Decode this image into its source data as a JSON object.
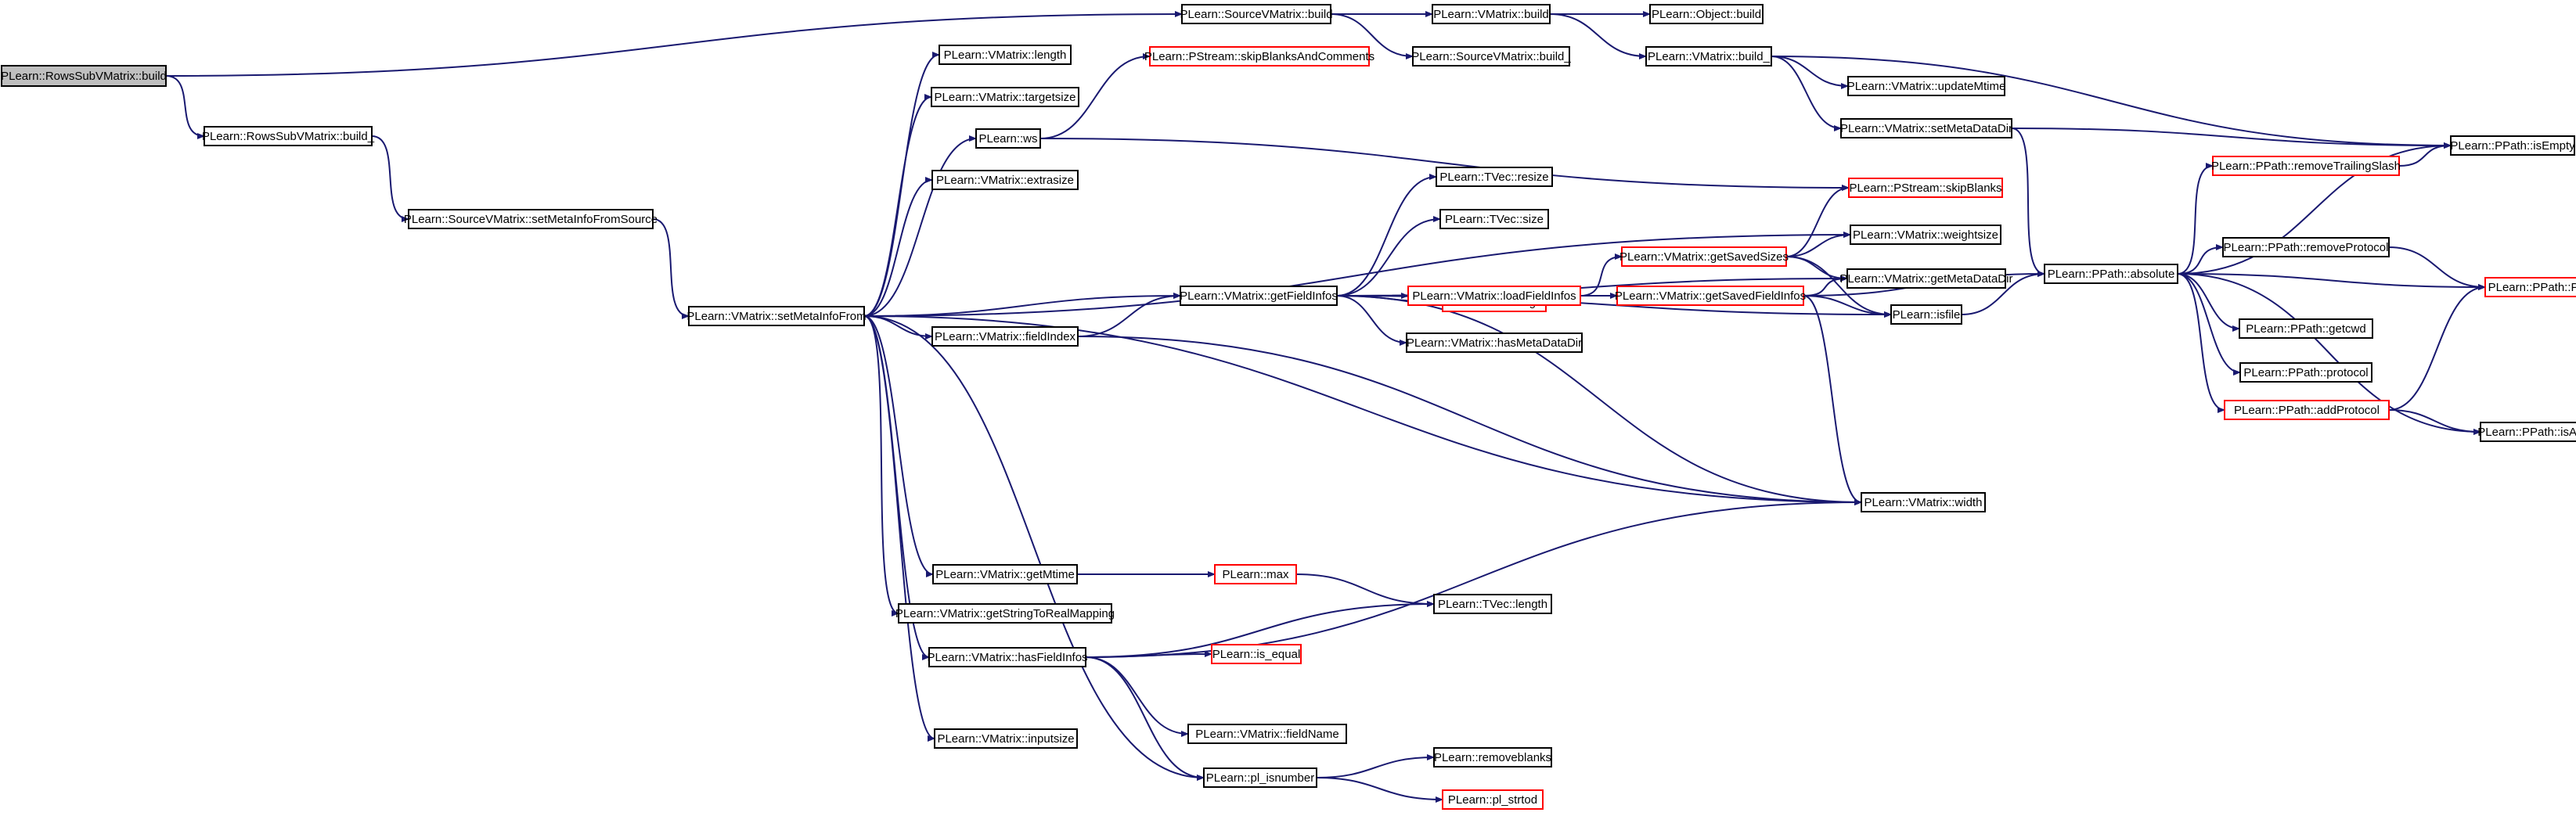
{
  "colors": {
    "edge": "#191970",
    "border": "#000000",
    "border_truncated": "#ff0000",
    "root_fill": "#bfbfbf",
    "node_fill": "#ffffff"
  },
  "nodes": [
    {
      "id": "rowssub_build",
      "label": "PLearn::RowsSubVMatrix::build",
      "style": "root"
    },
    {
      "id": "sourcev_build",
      "label": "PLearn::SourceVMatrix::build",
      "style": "normal"
    },
    {
      "id": "vmatrix_build",
      "label": "PLearn::VMatrix::build",
      "style": "normal"
    },
    {
      "id": "object_build",
      "label": "PLearn::Object::build",
      "style": "normal"
    },
    {
      "id": "sourcev_build_",
      "label": "PLearn::SourceVMatrix::build_",
      "style": "normal"
    },
    {
      "id": "vmatrix_build_",
      "label": "PLearn::VMatrix::build_",
      "style": "normal"
    },
    {
      "id": "updateMtime",
      "label": "PLearn::VMatrix::updateMtime",
      "style": "normal"
    },
    {
      "id": "setMetaDataDir",
      "label": "PLearn::VMatrix::setMetaDataDir",
      "style": "normal"
    },
    {
      "id": "isEmpty",
      "label": "PLearn::PPath::isEmpty",
      "style": "normal"
    },
    {
      "id": "rowssub_build_",
      "label": "PLearn::RowsSubVMatrix::build_",
      "style": "normal"
    },
    {
      "id": "setMetaInfoFromSource",
      "label": "PLearn::SourceVMatrix::setMetaInfoFromSource",
      "style": "normal"
    },
    {
      "id": "setMetaInfoFrom",
      "label": "PLearn::VMatrix::setMetaInfoFrom",
      "style": "normal"
    },
    {
      "id": "vm_length",
      "label": "PLearn::VMatrix::length",
      "style": "normal"
    },
    {
      "id": "targetsize",
      "label": "PLearn::VMatrix::targetsize",
      "style": "normal"
    },
    {
      "id": "ws",
      "label": "PLearn::ws",
      "style": "normal"
    },
    {
      "id": "skipBlanksAndComments",
      "label": "PLearn::PStream::skipBlanksAndComments",
      "style": "truncated"
    },
    {
      "id": "extrasize",
      "label": "PLearn::VMatrix::extrasize",
      "style": "normal"
    },
    {
      "id": "removeTrailingSlash",
      "label": "PLearn::PPath::removeTrailingSlash",
      "style": "truncated"
    },
    {
      "id": "skipBlanks",
      "label": "PLearn::PStream::skipBlanks",
      "style": "truncated"
    },
    {
      "id": "tvec_resize",
      "label": "PLearn::TVec::resize",
      "style": "normal"
    },
    {
      "id": "tvec_size",
      "label": "PLearn::TVec::size",
      "style": "normal"
    },
    {
      "id": "weightsize",
      "label": "PLearn::VMatrix::weightsize",
      "style": "normal"
    },
    {
      "id": "getMetaDataDir",
      "label": "PLearn::VMatrix::getMetaDataDir",
      "style": "normal"
    },
    {
      "id": "removeProtocol",
      "label": "PLearn::PPath::removeProtocol",
      "style": "normal"
    },
    {
      "id": "ppath_ctor",
      "label": "PLearn::PPath::PPath",
      "style": "truncated"
    },
    {
      "id": "tostring",
      "label": "PLearn::tostring",
      "style": "truncated"
    },
    {
      "id": "getSavedSizes",
      "label": "PLearn::VMatrix::getSavedSizes",
      "style": "truncated"
    },
    {
      "id": "absolute",
      "label": "PLearn::PPath::absolute",
      "style": "normal"
    },
    {
      "id": "getcwd",
      "label": "PLearn::PPath::getcwd",
      "style": "normal"
    },
    {
      "id": "getFieldInfos",
      "label": "PLearn::VMatrix::getFieldInfos",
      "style": "normal"
    },
    {
      "id": "loadFieldInfos",
      "label": "PLearn::VMatrix::loadFieldInfos",
      "style": "truncated"
    },
    {
      "id": "getSavedFieldInfos",
      "label": "PLearn::VMatrix::getSavedFieldInfos",
      "style": "truncated"
    },
    {
      "id": "isfile",
      "label": "PLearn::isfile",
      "style": "normal"
    },
    {
      "id": "protocol",
      "label": "PLearn::PPath::protocol",
      "style": "normal"
    },
    {
      "id": "fieldIndex",
      "label": "PLearn::VMatrix::fieldIndex",
      "style": "normal"
    },
    {
      "id": "hasMetaDataDir",
      "label": "PLearn::VMatrix::hasMetaDataDir",
      "style": "normal"
    },
    {
      "id": "addProtocol",
      "label": "PLearn::PPath::addProtocol",
      "style": "truncated"
    },
    {
      "id": "isAbsPath",
      "label": "PLearn::PPath::isAbsPath",
      "style": "normal"
    },
    {
      "id": "width",
      "label": "PLearn::VMatrix::width",
      "style": "normal"
    },
    {
      "id": "getMtime",
      "label": "PLearn::VMatrix::getMtime",
      "style": "normal"
    },
    {
      "id": "max",
      "label": "PLearn::max",
      "style": "truncated"
    },
    {
      "id": "getStringToRealMapping",
      "label": "PLearn::VMatrix::getStringToRealMapping",
      "style": "normal"
    },
    {
      "id": "tvec_length",
      "label": "PLearn::TVec::length",
      "style": "normal"
    },
    {
      "id": "hasFieldInfos",
      "label": "PLearn::VMatrix::hasFieldInfos",
      "style": "normal"
    },
    {
      "id": "is_equal",
      "label": "PLearn::is_equal",
      "style": "truncated"
    },
    {
      "id": "fieldName",
      "label": "PLearn::VMatrix::fieldName",
      "style": "normal"
    },
    {
      "id": "inputsize",
      "label": "PLearn::VMatrix::inputsize",
      "style": "normal"
    },
    {
      "id": "removeblanks",
      "label": "PLearn::removeblanks",
      "style": "normal"
    },
    {
      "id": "pl_isnumber",
      "label": "PLearn::pl_isnumber",
      "style": "normal"
    },
    {
      "id": "pl_strtod",
      "label": "PLearn::pl_strtod",
      "style": "truncated"
    }
  ],
  "edges": [
    [
      "rowssub_build",
      "sourcev_build"
    ],
    [
      "rowssub_build",
      "rowssub_build_"
    ],
    [
      "sourcev_build",
      "vmatrix_build"
    ],
    [
      "sourcev_build",
      "sourcev_build_"
    ],
    [
      "vmatrix_build",
      "object_build"
    ],
    [
      "vmatrix_build",
      "vmatrix_build_"
    ],
    [
      "vmatrix_build_",
      "updateMtime"
    ],
    [
      "vmatrix_build_",
      "setMetaDataDir"
    ],
    [
      "vmatrix_build_",
      "isEmpty"
    ],
    [
      "setMetaDataDir",
      "isEmpty"
    ],
    [
      "setMetaDataDir",
      "absolute"
    ],
    [
      "rowssub_build_",
      "setMetaInfoFromSource"
    ],
    [
      "setMetaInfoFromSource",
      "setMetaInfoFrom"
    ],
    [
      "setMetaInfoFrom",
      "vm_length"
    ],
    [
      "setMetaInfoFrom",
      "targetsize"
    ],
    [
      "setMetaInfoFrom",
      "ws"
    ],
    [
      "setMetaInfoFrom",
      "extrasize"
    ],
    [
      "setMetaInfoFrom",
      "weightsize"
    ],
    [
      "setMetaInfoFrom",
      "getFieldInfos"
    ],
    [
      "setMetaInfoFrom",
      "fieldIndex"
    ],
    [
      "setMetaInfoFrom",
      "width"
    ],
    [
      "setMetaInfoFrom",
      "getMtime"
    ],
    [
      "setMetaInfoFrom",
      "getStringToRealMapping"
    ],
    [
      "setMetaInfoFrom",
      "hasFieldInfos"
    ],
    [
      "setMetaInfoFrom",
      "inputsize"
    ],
    [
      "setMetaInfoFrom",
      "pl_isnumber"
    ],
    [
      "ws",
      "skipBlanksAndComments"
    ],
    [
      "ws",
      "skipBlanks"
    ],
    [
      "getFieldInfos",
      "tvec_resize"
    ],
    [
      "getFieldInfos",
      "tvec_size"
    ],
    [
      "getFieldInfos",
      "getMetaDataDir"
    ],
    [
      "getFieldInfos",
      "tostring"
    ],
    [
      "getFieldInfos",
      "loadFieldInfos"
    ],
    [
      "getFieldInfos",
      "hasMetaDataDir"
    ],
    [
      "getFieldInfos",
      "isfile"
    ],
    [
      "getFieldInfos",
      "width"
    ],
    [
      "loadFieldInfos",
      "getSavedSizes"
    ],
    [
      "loadFieldInfos",
      "getSavedFieldInfos"
    ],
    [
      "getSavedSizes",
      "weightsize"
    ],
    [
      "getSavedSizes",
      "getMetaDataDir"
    ],
    [
      "getSavedSizes",
      "isfile"
    ],
    [
      "getSavedSizes",
      "skipBlanks"
    ],
    [
      "getSavedFieldInfos",
      "getMetaDataDir"
    ],
    [
      "getSavedFieldInfos",
      "absolute"
    ],
    [
      "getSavedFieldInfos",
      "isfile"
    ],
    [
      "getSavedFieldInfos",
      "width"
    ],
    [
      "isfile",
      "absolute"
    ],
    [
      "absolute",
      "removeTrailingSlash"
    ],
    [
      "absolute",
      "isEmpty"
    ],
    [
      "absolute",
      "removeProtocol"
    ],
    [
      "absolute",
      "ppath_ctor"
    ],
    [
      "absolute",
      "getcwd"
    ],
    [
      "absolute",
      "protocol"
    ],
    [
      "absolute",
      "addProtocol"
    ],
    [
      "absolute",
      "isAbsPath"
    ],
    [
      "removeTrailingSlash",
      "isEmpty"
    ],
    [
      "removeProtocol",
      "ppath_ctor"
    ],
    [
      "addProtocol",
      "ppath_ctor"
    ],
    [
      "addProtocol",
      "isAbsPath"
    ],
    [
      "fieldIndex",
      "getFieldInfos"
    ],
    [
      "fieldIndex",
      "width"
    ],
    [
      "getMtime",
      "max"
    ],
    [
      "max",
      "tvec_length"
    ],
    [
      "hasFieldInfos",
      "tvec_length"
    ],
    [
      "hasFieldInfos",
      "is_equal"
    ],
    [
      "hasFieldInfos",
      "width"
    ],
    [
      "hasFieldInfos",
      "fieldName"
    ],
    [
      "hasFieldInfos",
      "pl_isnumber"
    ],
    [
      "pl_isnumber",
      "removeblanks"
    ],
    [
      "pl_isnumber",
      "pl_strtod"
    ]
  ]
}
